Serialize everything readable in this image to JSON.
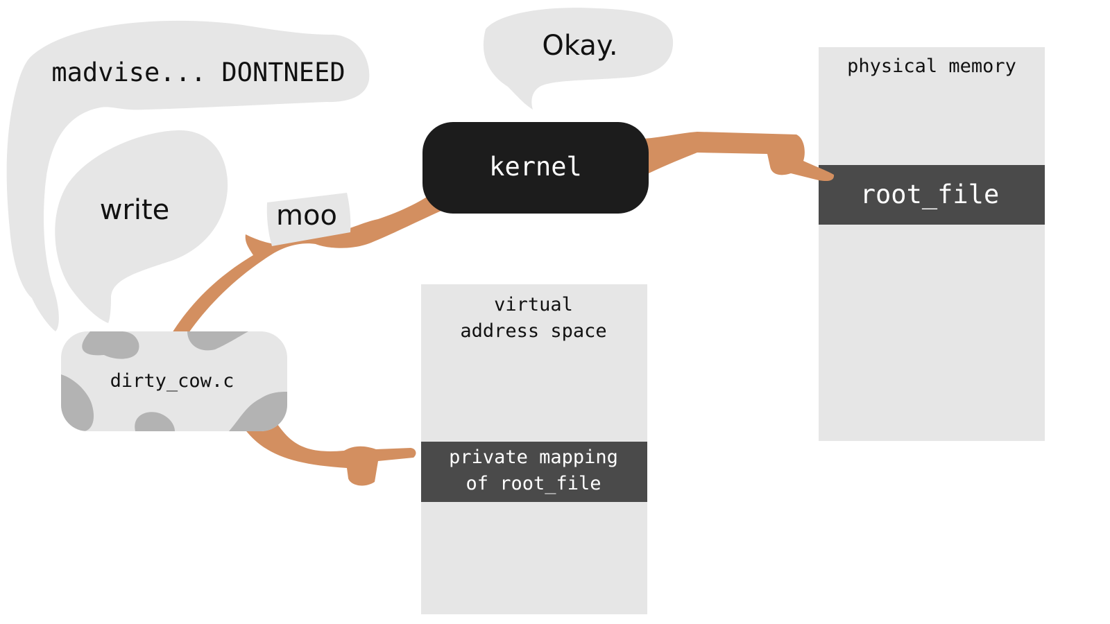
{
  "bubbles": {
    "madvise": "madvise... DONTNEED",
    "write": "write",
    "kernel_reply": "Okay."
  },
  "note": {
    "moo": "moo"
  },
  "kernel": {
    "label": "kernel"
  },
  "process": {
    "label": "dirty_cow.c"
  },
  "virtual_memory": {
    "title_line1": "virtual",
    "title_line2": "address space",
    "region_line1": "private mapping",
    "region_line2": "of root_file"
  },
  "physical_memory": {
    "title": "physical memory",
    "region": "root_file"
  },
  "colors": {
    "bubble": "#e6e6e6",
    "arm": "#d38f60",
    "kernel": "#1c1c1c",
    "memory_block": "#e6e6e6",
    "memory_region": "#4a4a4a",
    "cow_spot": "#b3b3b3"
  }
}
